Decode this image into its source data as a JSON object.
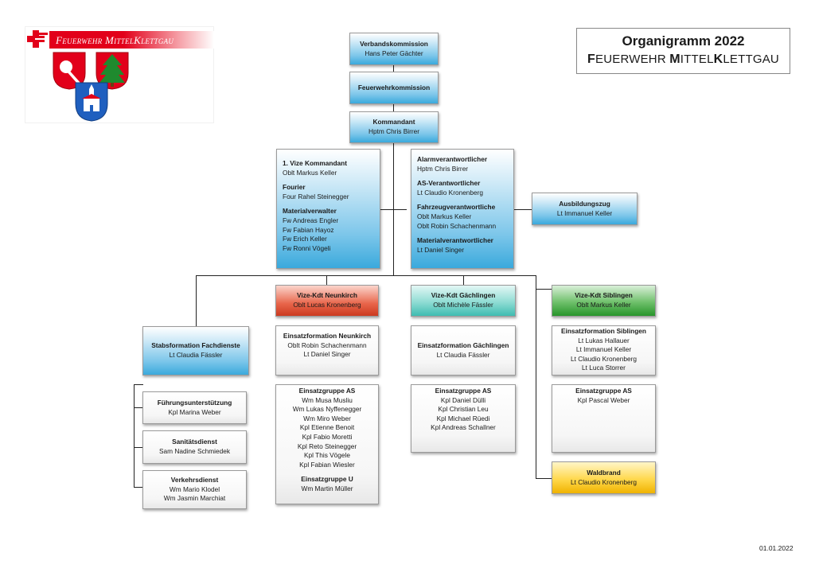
{
  "title": {
    "line1": "Organigramm 2022",
    "line2_parts": [
      "F",
      "EUERWEHR ",
      "M",
      "ITTEL",
      "K",
      "LETTGAU"
    ]
  },
  "logo": {
    "banner_text": "Feuerwehr MittelKlettgau",
    "colors": {
      "red": "#e2001a",
      "green": "#1f8a2e",
      "blue": "#1f5fbf"
    }
  },
  "verbandskommission": {
    "title": "Verbandskommission",
    "name": "Hans Peter Gächter"
  },
  "feuerwehrkommission": {
    "title": "Feuerwehrkommission"
  },
  "kommandant": {
    "title": "Kommandant",
    "name": "Hptm Chris Birrer"
  },
  "vize_box": {
    "sections": [
      {
        "title": "1. Vize Kommandant",
        "names": [
          "Oblt Markus Keller"
        ]
      },
      {
        "title": "Fourier",
        "names": [
          "Four Rahel Steinegger"
        ]
      },
      {
        "title": "Materialverwalter",
        "names": [
          "Fw Andreas Engler",
          "Fw Fabian Hayoz",
          "Fw Erich Keller",
          "Fw Ronni Vögeli"
        ]
      }
    ]
  },
  "alarm_box": {
    "sections": [
      {
        "title": "Alarmverantwortlicher",
        "names": [
          "Hptm Chris Birrer"
        ]
      },
      {
        "title": "AS-Verantwortlicher",
        "names": [
          "Lt Claudio Kronenberg"
        ]
      },
      {
        "title": "Fahrzeugverantwortliche",
        "names": [
          "Oblt Markus Keller",
          "Oblt Robin Schachenmann"
        ]
      },
      {
        "title": "Materialverantwortlicher",
        "names": [
          "Lt Daniel Singer"
        ]
      }
    ]
  },
  "ausbildungszug": {
    "title": "Ausbildungszug",
    "name": "Lt Immanuel Keller"
  },
  "stabsformation": {
    "title": "Stabsformation Fachdienste",
    "name": "Lt Claudia Fässler"
  },
  "fuehrung": {
    "title": "Führungsunterstützung",
    "names": [
      "Kpl Marina Weber"
    ]
  },
  "sanitaet": {
    "title": "Sanitätsdienst",
    "names": [
      "Sam Nadine Schmiedek"
    ]
  },
  "verkehr": {
    "title": "Verkehrsdienst",
    "names": [
      "Wm Mario Klodel",
      "Wm Jasmin Marchiat"
    ]
  },
  "neunkirch": {
    "head": {
      "title": "Vize-Kdt Neunkirch",
      "name": "Oblt Lucas Kronenberg"
    },
    "einsatz": {
      "title": "Einsatzformation Neunkirch",
      "names": [
        "Oblt Robin Schachenmann",
        "Lt Daniel Singer"
      ]
    },
    "as": {
      "title": "Einsatzgruppe  AS",
      "names": [
        "Wm Musa Musliu",
        "Wm Lukas Nyffenegger",
        "Wm Miro Weber",
        "Kpl Etienne Benoit",
        "Kpl Fabio Moretti",
        "Kpl Reto Steinegger",
        "Kpl This Vögele",
        "Kpl Fabian Wiesler"
      ]
    },
    "u": {
      "title": "Einsatzgruppe U",
      "names": [
        "Wm Martin Müller"
      ]
    }
  },
  "gaechlingen": {
    "head": {
      "title": "Vize-Kdt Gächlingen",
      "name": "Oblt Michèle Fässler"
    },
    "einsatz": {
      "title": "Einsatzformation Gächlingen",
      "names": [
        "Lt Claudia Fässler"
      ]
    },
    "as": {
      "title": "Einsatzgruppe AS",
      "names": [
        "Kpl Daniel Dülli",
        "Kpl Christian Leu",
        "Kpl Michael Rüedi",
        "Kpl Andreas Schallner"
      ]
    }
  },
  "siblingen": {
    "head": {
      "title": "Vize-Kdt Siblingen",
      "name": "Oblt Markus Keller"
    },
    "einsatz": {
      "title": "Einsatzformation Siblingen",
      "names": [
        "Lt Lukas Hallauer",
        "Lt Immanuel Keller",
        "Lt Claudio Kronenberg",
        "Lt Luca Storrer"
      ]
    },
    "as": {
      "title": "Einsatzgruppe AS",
      "names": [
        "Kpl Pascal Weber"
      ]
    }
  },
  "waldbrand": {
    "title": "Waldbrand",
    "name": "Lt Claudio Kronenberg"
  },
  "date": "01.01.2022"
}
